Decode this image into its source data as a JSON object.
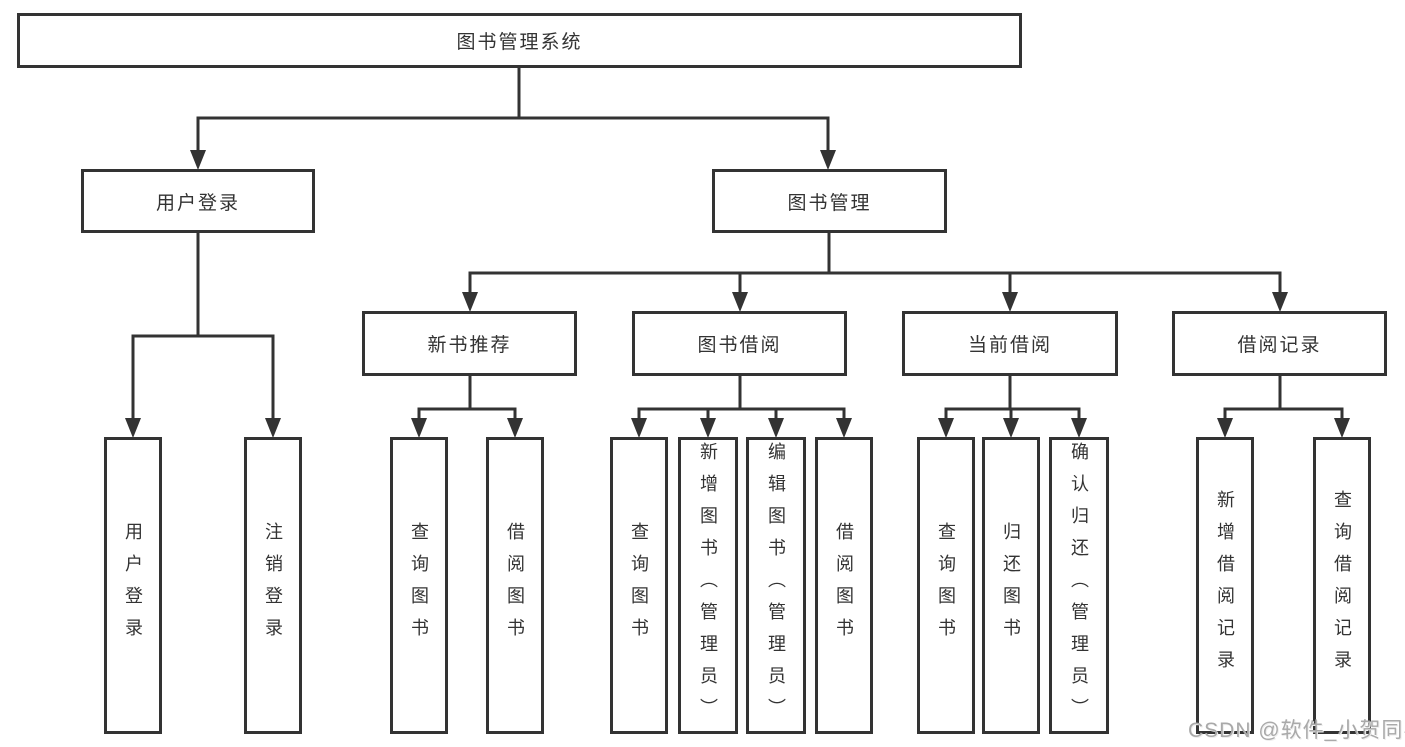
{
  "colors": {
    "line": "#333333",
    "box_border": "#333333",
    "text": "#333333",
    "background": "#ffffff",
    "watermark_text": "#a9a9a9"
  },
  "watermark": "CSDN @软件_小贺同学",
  "tree": {
    "label": "图书管理系统",
    "children": [
      {
        "label": "用户登录",
        "children": [
          {
            "label": "用户登录"
          },
          {
            "label": "注销登录"
          }
        ]
      },
      {
        "label": "图书管理",
        "children": [
          {
            "label": "新书推荐",
            "children": [
              {
                "label": "查询图书"
              },
              {
                "label": "借阅图书"
              }
            ]
          },
          {
            "label": "图书借阅",
            "children": [
              {
                "label": "查询图书"
              },
              {
                "label": "新增图书（管理员）"
              },
              {
                "label": "编辑图书（管理员）"
              },
              {
                "label": "借阅图书"
              }
            ]
          },
          {
            "label": "当前借阅",
            "children": [
              {
                "label": "查询图书"
              },
              {
                "label": "归还图书"
              },
              {
                "label": "确认归还（管理员）"
              }
            ]
          },
          {
            "label": "借阅记录",
            "children": [
              {
                "label": "新增借阅记录"
              },
              {
                "label": "查询借阅记录"
              }
            ]
          }
        ]
      }
    ]
  }
}
